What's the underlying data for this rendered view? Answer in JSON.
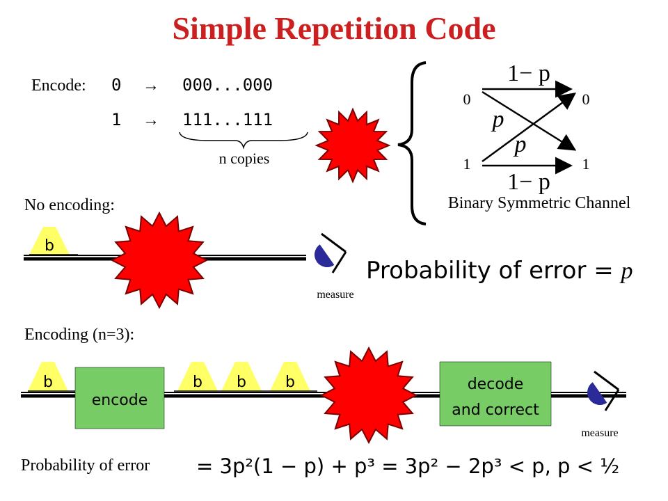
{
  "title": "Simple Repetition Code",
  "encode": {
    "label": "Encode:",
    "row0_in": "0",
    "row0_out": "000...000",
    "row1_in": "1",
    "row1_out": "111...111",
    "arrow": "→",
    "copies_label": "n copies"
  },
  "bsc": {
    "label": "Binary Symmetric Channel",
    "left_top": "0",
    "right_top": "0",
    "left_bottom": "1",
    "right_bottom": "1",
    "top_prob": "1− p",
    "bottom_prob": "1− p",
    "cross_prob_1": "p",
    "cross_prob_2": "p"
  },
  "no_encoding": {
    "label": "No encoding:",
    "bit": "b",
    "measure": "measure",
    "prob_text": "Probability of error = ",
    "prob_var": "p"
  },
  "encoding": {
    "label": "Encoding (n=3):",
    "bit": "b",
    "bits": [
      "b",
      "b",
      "b"
    ],
    "encode_box": "encode",
    "decode_line1": "decode",
    "decode_line2": "and correct",
    "measure": "measure"
  },
  "formula": {
    "label": "Probability of error",
    "expr": "= 3p²(1 − p) + p³ = 3p² − 2p³ < p, p < ½"
  },
  "colors": {
    "title": "#cc1f1f",
    "noise_fill": "#ff0000",
    "noise_stroke": "#7a0000",
    "bit_fill": "#ffff66",
    "box_fill": "#77cc66",
    "detector_fill": "#2a2a99"
  }
}
